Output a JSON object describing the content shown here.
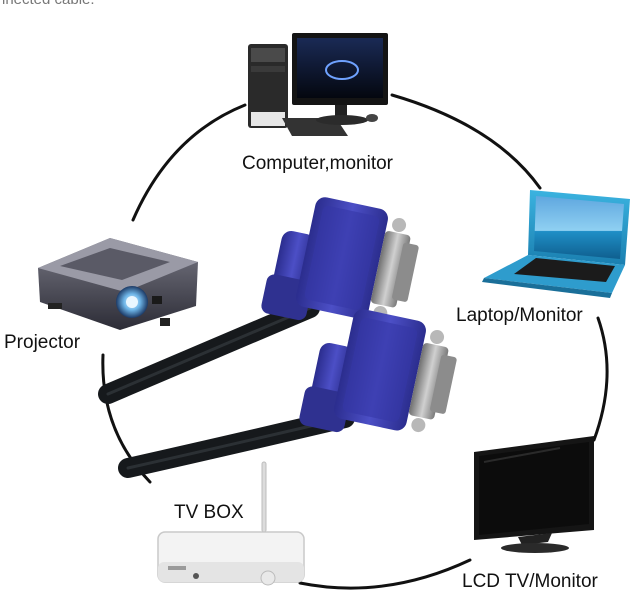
{
  "top_text": "inected cable.",
  "labels": {
    "computer": "Computer,monitor",
    "laptop": "Laptop/Monitor",
    "projector": "Projector",
    "tv_box": "TV BOX",
    "lcd_tv": "LCD TV/Monitor"
  },
  "colors": {
    "cable": "#16191c",
    "connector": "#3d3fb0",
    "connector_dark": "#26287e",
    "metal": "#9a9a9a",
    "ring": "#111111"
  }
}
